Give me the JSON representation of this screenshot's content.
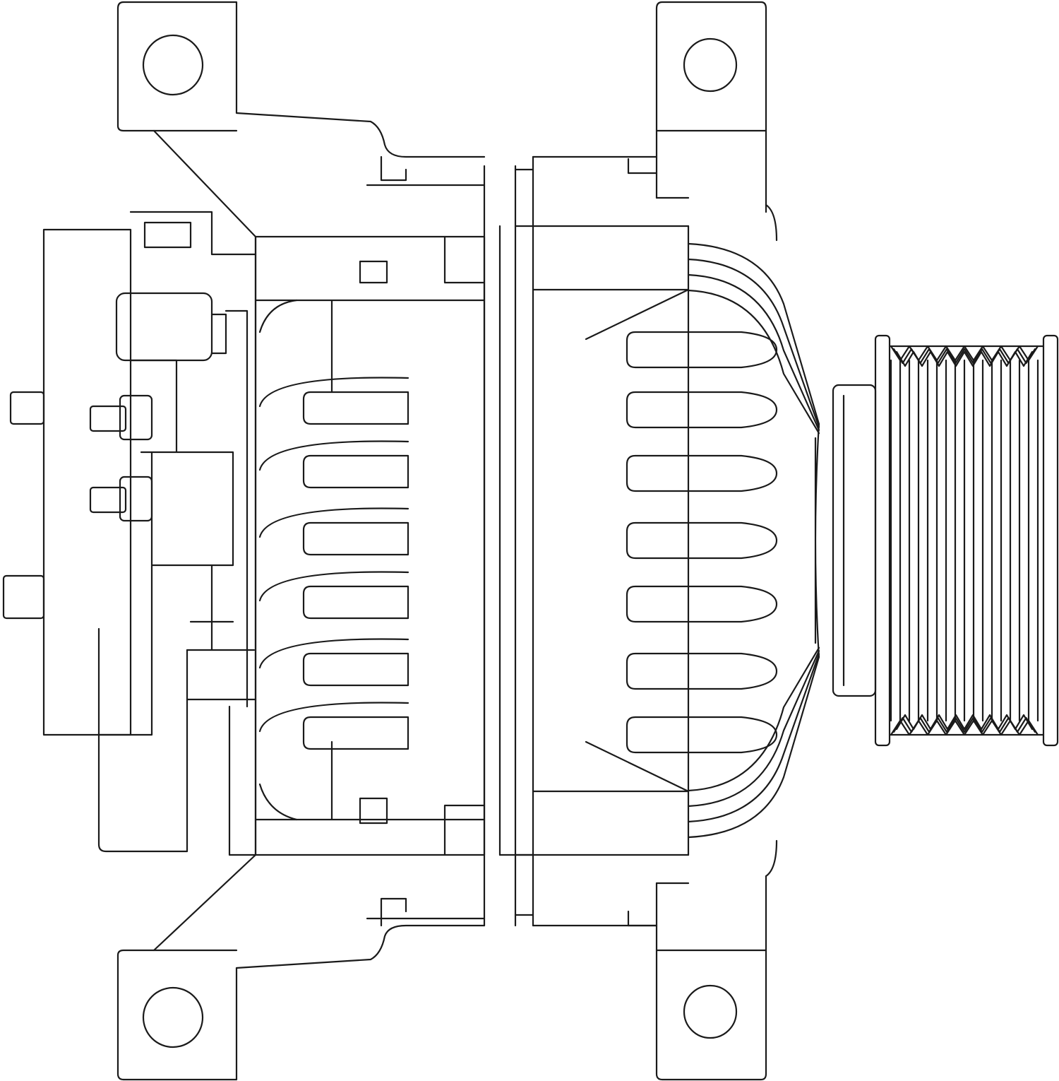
{
  "drawing": {
    "subject": "alternator",
    "view": "side",
    "style": "line-art"
  },
  "colors": {
    "stroke": "#1a1a1a",
    "background": "#ffffff"
  },
  "counts": {
    "mounting_ears": 4,
    "cooling_slots_front": 6,
    "cooling_slots_rear": 7,
    "pulley_grooves": 8,
    "terminal_studs": 4
  }
}
